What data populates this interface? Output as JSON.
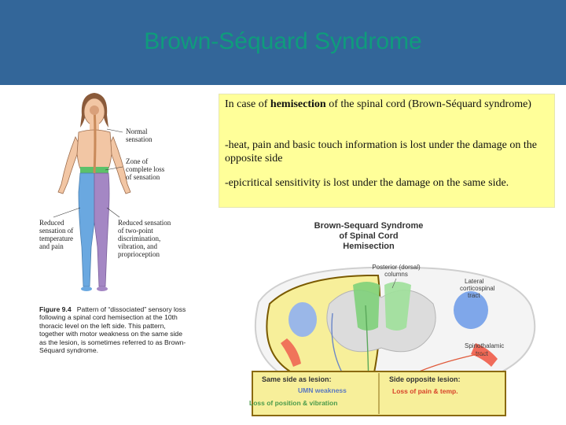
{
  "slide": {
    "title": "Brown-Séquard Syndrome",
    "colors": {
      "header_bg": "#336699",
      "title_text": "#0f9c7c",
      "textbox_bg": "#ffff99"
    }
  },
  "textbox": {
    "p1_prefix": "In case of ",
    "p1_bold": "hemisection",
    "p1_suffix": " of the spinal cord (Brown-Séquard syndrome)",
    "p2": "-heat, pain and basic touch information is lost under the damage on the opposite side",
    "p3": "-epicritical sensitivity is lost under the damage on the same side."
  },
  "figure_left": {
    "labels": {
      "normal": "Normal\nsensation",
      "zone": "Zone of\ncomplete loss\nof sensation",
      "reduced_left": "Reduced\nsensation of\ntemperature\nand pain",
      "reduced_right": "Reduced sensation\nof two-point\ndiscrimination,\nvibration, and\nproprioception"
    },
    "caption_label": "Figure 9.4",
    "caption_text": "Pattern of “dissociated” sensory loss following a spinal cord hemisection at the 10th thoracic level on the left side. This pattern, together with motor weakness on the same side as the lesion, is sometimes referred to as Brown-Séquard syndrome."
  },
  "figure_right": {
    "title_lines": [
      "Brown-Sequard Syndrome",
      "of Spinal Cord",
      "Hemisection"
    ],
    "labels": {
      "posterior": "Posterior (dorsal)",
      "posterior2": "columns",
      "lateral": "Lateral",
      "lateral2": "corticospinal",
      "lateral3": "tract",
      "spinothalamic": "Spinothalamic",
      "spinothalamic2": "tract"
    },
    "legend": {
      "same_side_heading": "Same side as lesion:",
      "opposite_heading": "Side opposite lesion:",
      "umn": "UMN weakness",
      "loss_pos": "Loss of position & vibration",
      "loss_pain": "Loss of pain & temp."
    }
  }
}
